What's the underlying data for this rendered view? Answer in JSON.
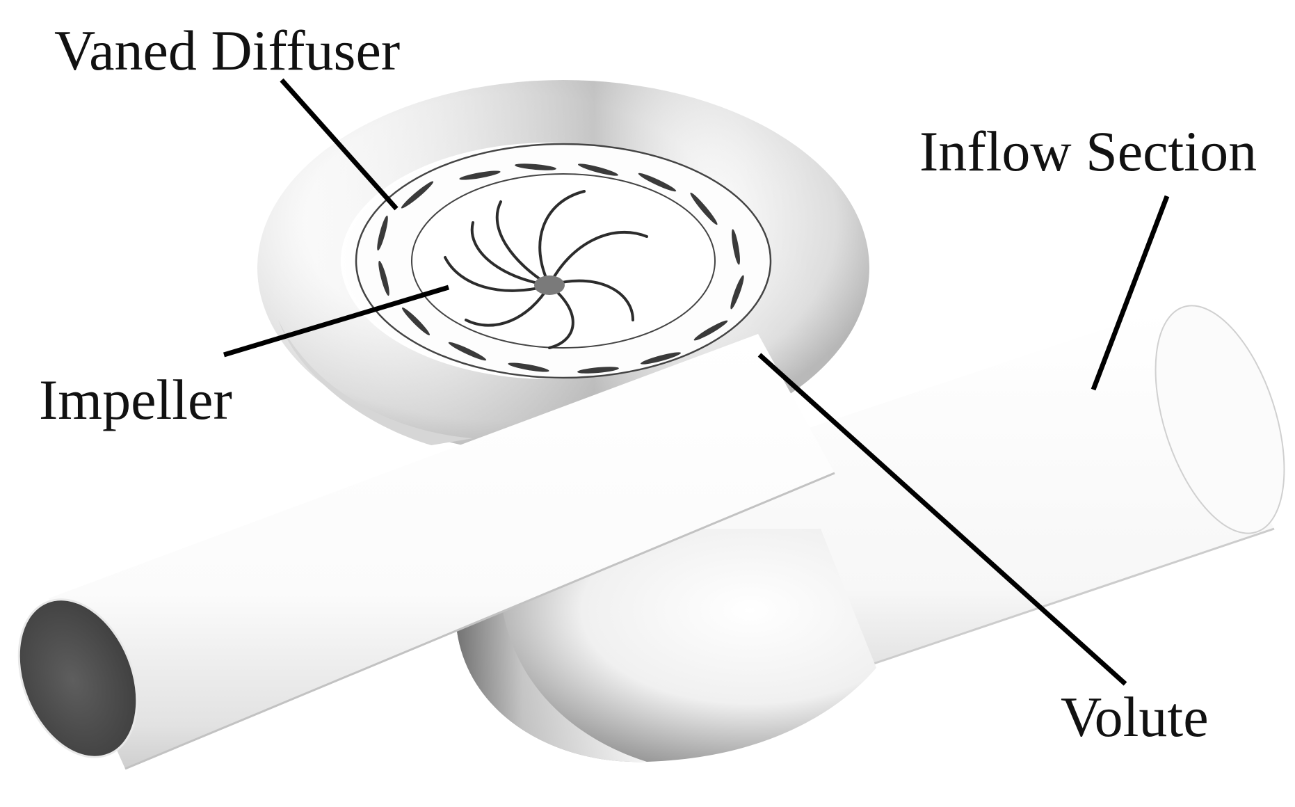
{
  "labels": {
    "vaned_diffuser": "Vaned Diffuser",
    "inflow_section": "Inflow Section",
    "impeller": "Impeller",
    "volute": "Volute"
  },
  "colors": {
    "background": "#ffffff",
    "label_text": "#111111",
    "leader_line": "#000000",
    "surface_light": "#ffffff",
    "surface_shadow": "#8a8a8a",
    "pipe_end_face": "#555555"
  }
}
